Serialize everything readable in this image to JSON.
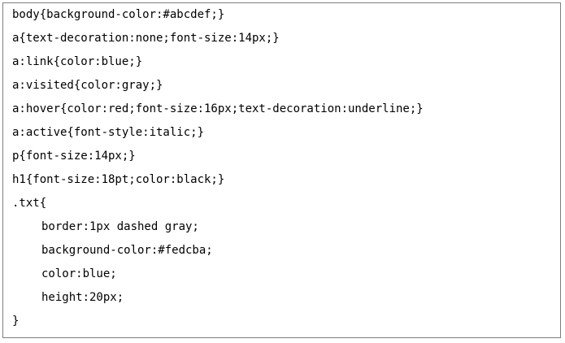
{
  "document": {
    "lines": [
      "body{background-color:#abcdef;}",
      "a{text-decoration:none;font-size:14px;}",
      "a:link{color:blue;}",
      "a:visited{color:gray;}",
      "a:hover{color:red;font-size:16px;text-decoration:underline;}",
      "a:active{font-style:italic;}",
      "p{font-size:14px;}",
      "h1{font-size:18pt;color:black;}",
      ".txt{",
      "border:1px dashed gray;",
      "background-color:#fedcba;",
      "color:blue;",
      "height:20px;",
      "}"
    ]
  }
}
